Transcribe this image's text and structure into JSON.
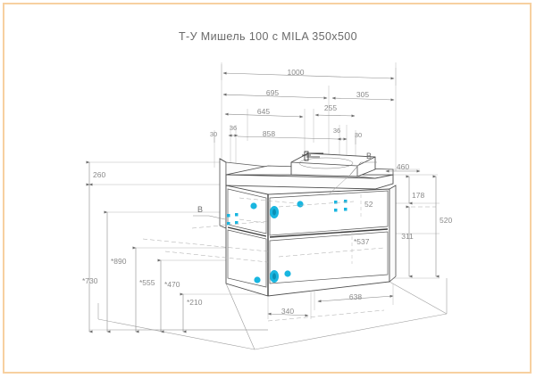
{
  "title": "Т-У Мишель 100 с MILA 350х500",
  "frame": {
    "border_color": "#f7d0a0"
  },
  "colors": {
    "line": "#5a5a5a",
    "thin_line": "#9a9a9a",
    "dim_text": "#8a8a8a",
    "accent": "#19b6e0",
    "accent_dark": "#0aa2d0"
  },
  "dimensions": {
    "top": [
      {
        "label": "1000",
        "name": "dim-total-width"
      },
      {
        "label": "695",
        "name": "dim-695"
      },
      {
        "label": "305",
        "name": "dim-305"
      },
      {
        "label": "645",
        "name": "dim-645"
      },
      {
        "label": "255",
        "name": "dim-255"
      },
      {
        "label": "30",
        "name": "dim-left-30"
      },
      {
        "label": "36",
        "name": "dim-left-36"
      },
      {
        "label": "858",
        "name": "dim-858"
      },
      {
        "label": "36",
        "name": "dim-right-36"
      },
      {
        "label": "30",
        "name": "dim-right-30"
      }
    ],
    "left": [
      {
        "label": "260",
        "name": "dim-260"
      },
      {
        "label": "*730",
        "name": "dim-730"
      },
      {
        "label": "*890",
        "name": "dim-890"
      },
      {
        "label": "*555",
        "name": "dim-555"
      },
      {
        "label": "*470",
        "name": "dim-470"
      },
      {
        "label": "*210",
        "name": "dim-210"
      }
    ],
    "right": [
      {
        "label": "460",
        "name": "dim-460"
      },
      {
        "label": "178",
        "name": "dim-178"
      },
      {
        "label": "520",
        "name": "dim-520"
      },
      {
        "label": "311",
        "name": "dim-311"
      }
    ],
    "interior": [
      {
        "label": "52",
        "name": "dim-52"
      },
      {
        "label": "*537",
        "name": "dim-537"
      }
    ],
    "bottom": [
      {
        "label": "340",
        "name": "dim-340"
      },
      {
        "label": "638",
        "name": "dim-638"
      }
    ]
  },
  "callouts": [
    {
      "label": "B",
      "name": "callout-b-right"
    },
    {
      "label": "B",
      "name": "callout-b-left"
    }
  ]
}
